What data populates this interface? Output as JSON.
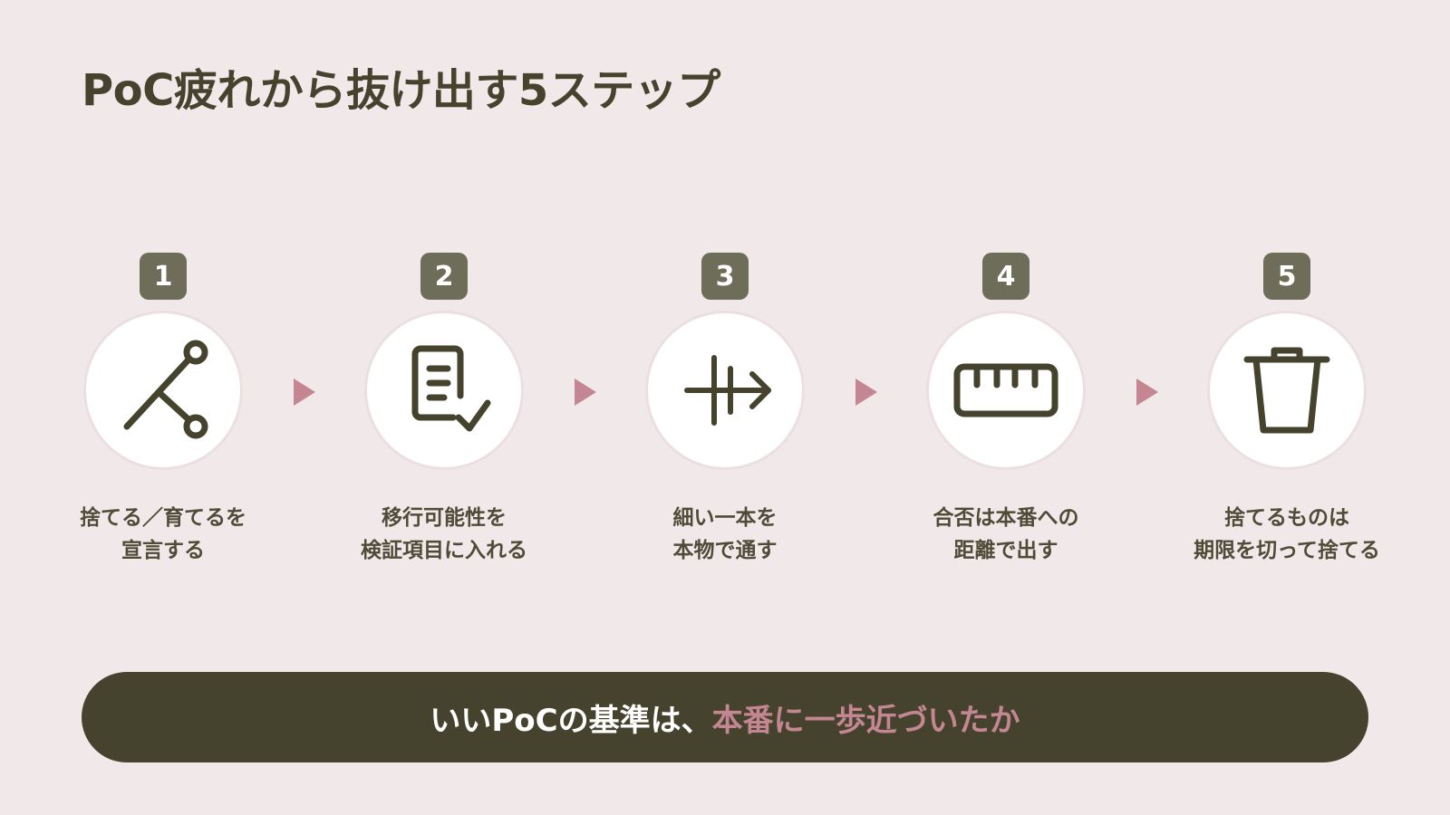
{
  "title": "PoC疲れから抜け出す5ステップ",
  "colors": {
    "background": "#f1e8ea",
    "text": "#45432d",
    "badge": "#6e6d59",
    "arrow": "#c48693",
    "banner": "#45432d",
    "accent": "#c48693"
  },
  "steps": [
    {
      "number": "1",
      "icon": "branch-fork-icon",
      "line1": "捨てる／育てるを",
      "line2": "宣言する"
    },
    {
      "number": "2",
      "icon": "document-check-icon",
      "line1": "移行可能性を",
      "line2": "検証項目に入れる"
    },
    {
      "number": "3",
      "icon": "thin-arrow-icon",
      "line1": "細い一本を",
      "line2": "本物で通す"
    },
    {
      "number": "4",
      "icon": "ruler-icon",
      "line1": "合否は本番への",
      "line2": "距離で出す"
    },
    {
      "number": "5",
      "icon": "trash-icon",
      "line1": "捨てるものは",
      "line2": "期限を切って捨てる"
    }
  ],
  "banner": {
    "plain": "いいPoCの基準は、",
    "accent": "本番に一歩近づいたか"
  }
}
